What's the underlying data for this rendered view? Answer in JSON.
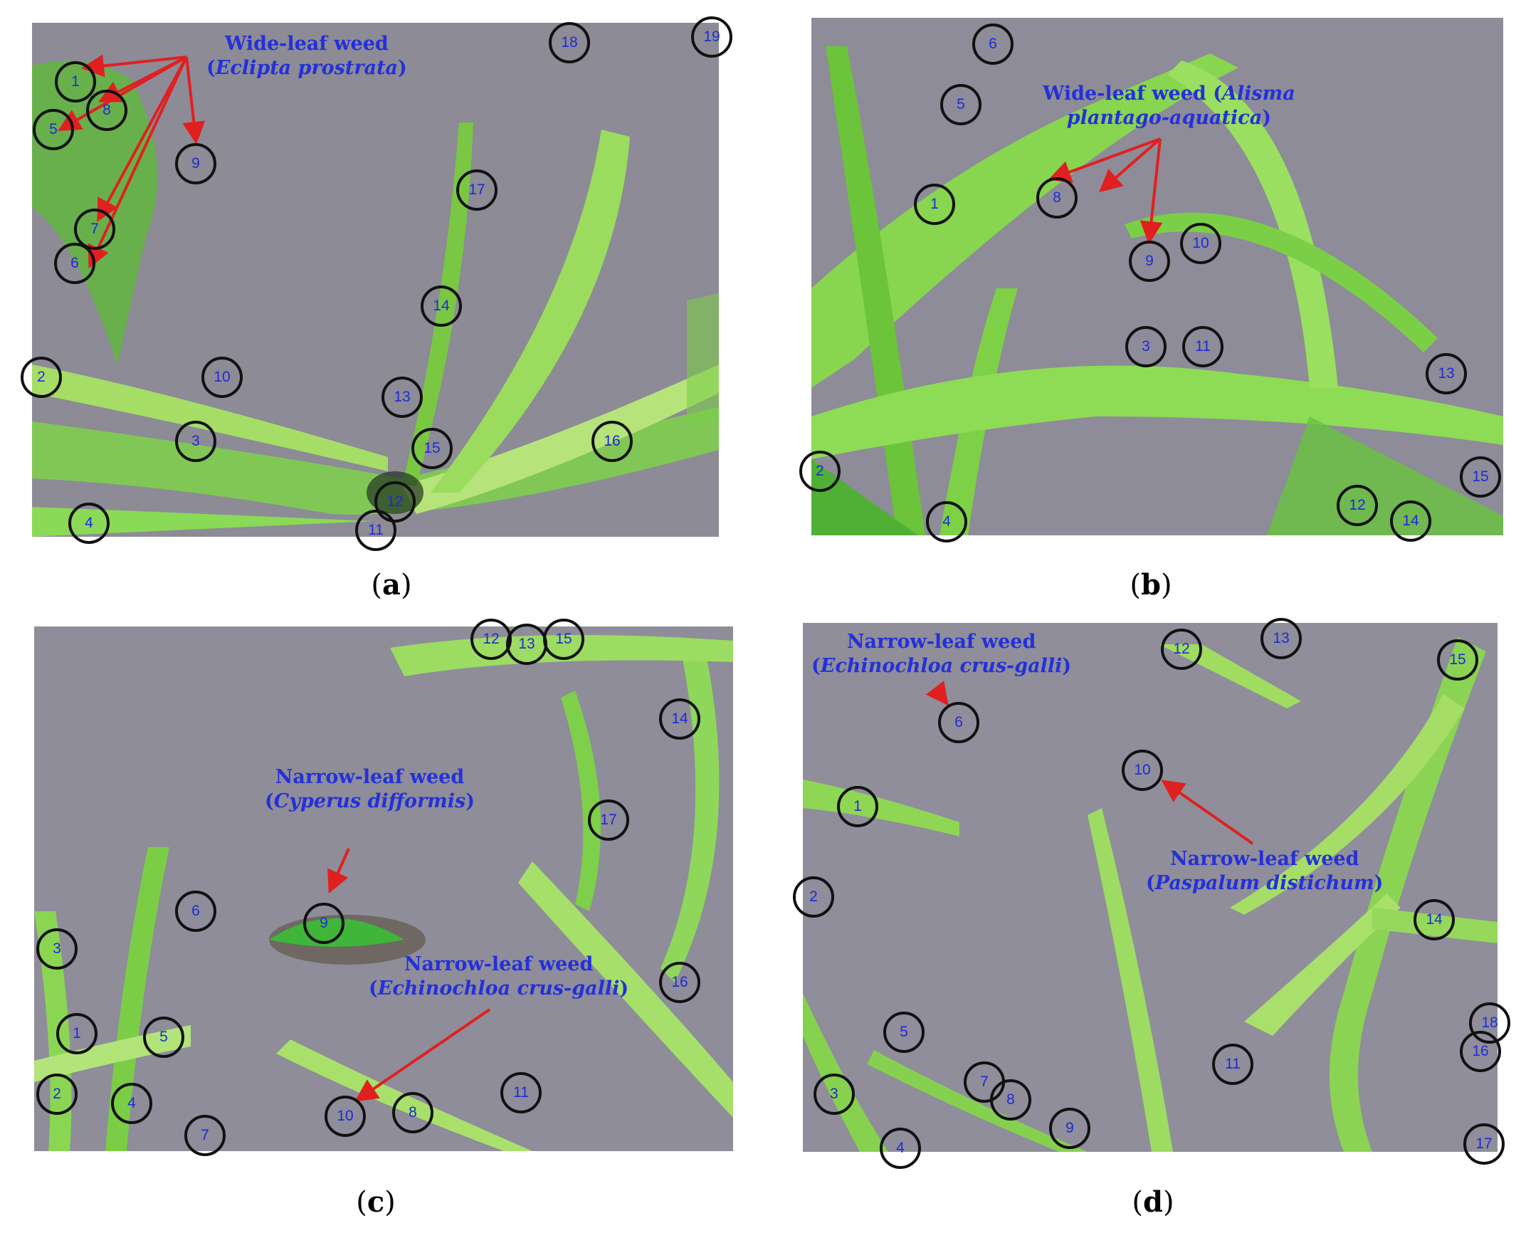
{
  "panels": [
    {
      "id": "a",
      "caption": "a",
      "annotation_line1": "Wide-leaf weed",
      "annotation_line2": "Eclipta prostrata",
      "markers": [
        "1",
        "8",
        "5",
        "9",
        "7",
        "6",
        "17",
        "14",
        "2",
        "10",
        "13",
        "3",
        "15",
        "16",
        "12",
        "11",
        "4",
        "18",
        "19"
      ]
    },
    {
      "id": "b",
      "caption": "b",
      "annotation_line1_prefix": "Wide-leaf weed (",
      "annotation_line1_species": "Alisma",
      "annotation_line2_species": "plantago-aquatica",
      "markers": [
        "6",
        "5",
        "1",
        "8",
        "10",
        "9",
        "3",
        "11",
        "13",
        "2",
        "15",
        "12",
        "14",
        "4"
      ]
    },
    {
      "id": "c",
      "caption": "c",
      "annotation1_line1": "Narrow-leaf weed",
      "annotation1_line2": "Cyperus difformis",
      "annotation2_line1": "Narrow-leaf weed",
      "annotation2_line2": "Echinochloa crus-galli",
      "markers": [
        "12",
        "13",
        "15",
        "14",
        "17",
        "6",
        "9",
        "3",
        "16",
        "1",
        "5",
        "2",
        "4",
        "7",
        "10",
        "8",
        "11"
      ]
    },
    {
      "id": "d",
      "caption": "d",
      "annotation1_line1": "Narrow-leaf weed",
      "annotation1_line2": "Echinochloa crus-galli",
      "annotation2_line1": "Narrow-leaf weed",
      "annotation2_line2": "Paspalum distichum",
      "markers": [
        "12",
        "13",
        "15",
        "6",
        "10",
        "1",
        "2",
        "14",
        "18",
        "5",
        "16",
        "11",
        "7",
        "8",
        "3",
        "9",
        "4",
        "17"
      ]
    }
  ],
  "colors": {
    "soil": "#8a8a94",
    "leaf": "#6fcf3f",
    "leaf_light": "#a8e06a",
    "marker_ring": "#111111",
    "marker_text": "#1f2ad6",
    "arrow": "#e02020",
    "annotation_text": "#2430d8"
  }
}
